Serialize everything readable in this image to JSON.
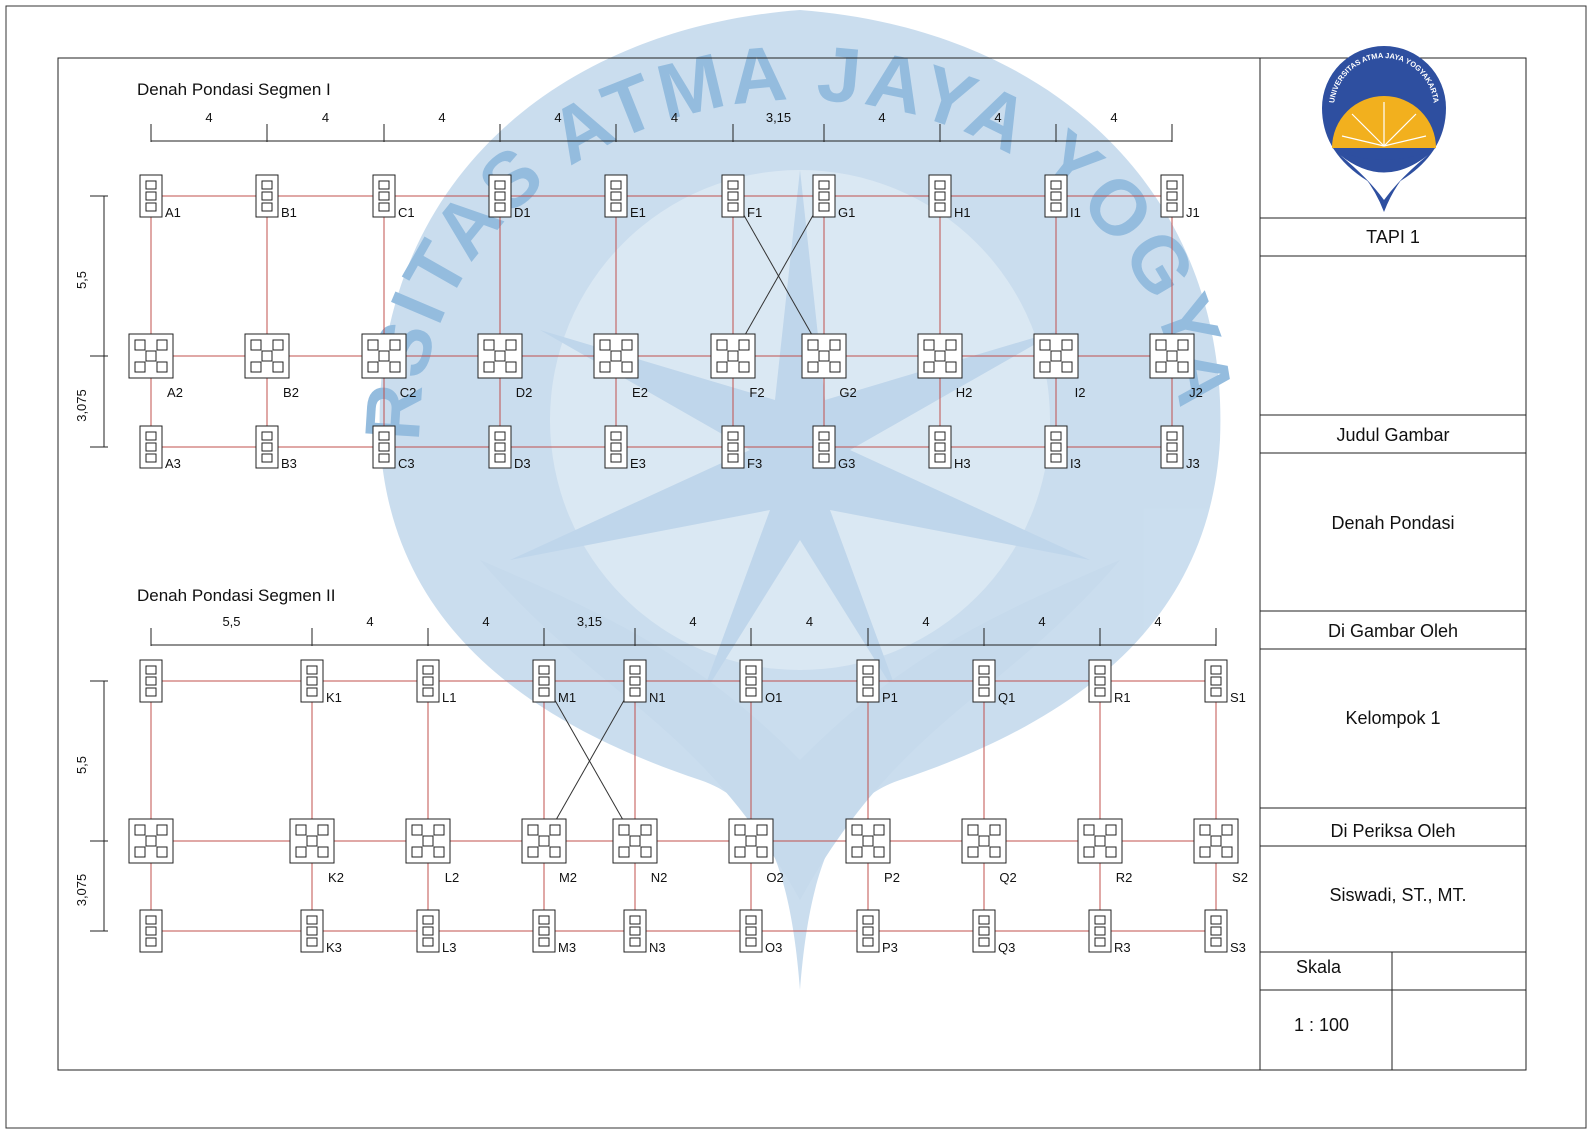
{
  "watermark": {
    "text": "UNIVERSITAS ATMA JAYA YOGYAKARTA",
    "color": "#3d8fc9"
  },
  "colors": {
    "grid_line": "#c0504d",
    "outline": "#222222",
    "brace": "#333333"
  },
  "segments": [
    {
      "title": "Denah Pondasi Segmen I",
      "spans_x": [
        "4",
        "4",
        "4",
        "4",
        "4",
        "3,15",
        "4",
        "4",
        "4"
      ],
      "spans_y": [
        "5,5",
        "3,075"
      ],
      "columns": [
        "A",
        "B",
        "C",
        "D",
        "E",
        "F",
        "G",
        "H",
        "I",
        "J"
      ],
      "first_col_label_hidden": false,
      "rows": [
        "1",
        "2",
        "3"
      ],
      "bracing": {
        "from_col": "F",
        "to_col": "G"
      }
    },
    {
      "title": "Denah Pondasi Segmen II",
      "spans_x": [
        "5,5",
        "4",
        "4",
        "3,15",
        "4",
        "4",
        "4",
        "4",
        "4"
      ],
      "spans_y": [
        "5,5",
        "3,075"
      ],
      "columns": [
        "",
        "K",
        "L",
        "M",
        "N",
        "O",
        "P",
        "Q",
        "R",
        "S"
      ],
      "first_col_label_hidden": true,
      "rows": [
        "1",
        "2",
        "3"
      ],
      "bracing": {
        "from_col": "M",
        "to_col": "N"
      }
    }
  ],
  "title_block": {
    "logo_text": "UNIVERSITAS ATMA JAYA YOGYAKARTA",
    "project": "TAPI 1",
    "drawing_title_label": "Judul Gambar",
    "drawing_title": "Denah Pondasi",
    "drawn_by_label": "Di Gambar Oleh",
    "drawn_by": "Kelompok 1",
    "checked_by_label": "Di Periksa Oleh",
    "checked_by": "Siswadi, ST., MT.",
    "scale_label": "Skala",
    "scale": "1 : 100"
  }
}
